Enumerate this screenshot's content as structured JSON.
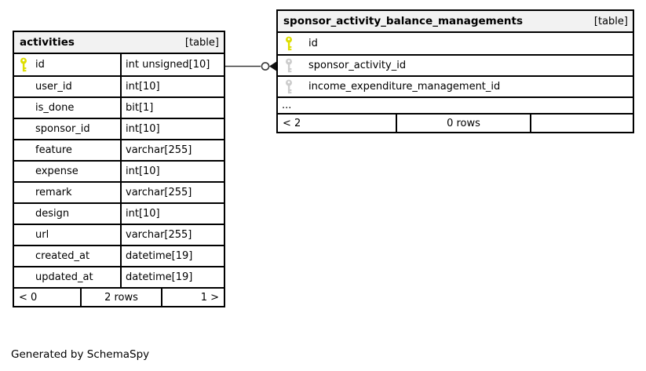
{
  "page": {
    "footer_note": "Generated by SchemaSpy"
  },
  "colors": {
    "primary_key": "#dede00",
    "foreign_key": "#cccccc",
    "header_bg": "#f2f2f2",
    "border": "#000000",
    "connector": "#3a3a3a"
  },
  "tables": [
    {
      "name": "activities",
      "tag": "[table]",
      "columns": [
        {
          "name": "id",
          "type": "int unsigned[10]",
          "key": "primary"
        },
        {
          "name": "user_id",
          "type": "int[10]",
          "key": "none"
        },
        {
          "name": "is_done",
          "type": "bit[1]",
          "key": "none"
        },
        {
          "name": "sponsor_id",
          "type": "int[10]",
          "key": "none"
        },
        {
          "name": "feature",
          "type": "varchar[255]",
          "key": "none"
        },
        {
          "name": "expense",
          "type": "int[10]",
          "key": "none"
        },
        {
          "name": "remark",
          "type": "varchar[255]",
          "key": "none"
        },
        {
          "name": "design",
          "type": "int[10]",
          "key": "none"
        },
        {
          "name": "url",
          "type": "varchar[255]",
          "key": "none"
        },
        {
          "name": "created_at",
          "type": "datetime[19]",
          "key": "none"
        },
        {
          "name": "updated_at",
          "type": "datetime[19]",
          "key": "none"
        }
      ],
      "pager": {
        "left": "< 0",
        "center": "2 rows",
        "right": "1 >"
      }
    },
    {
      "name": "sponsor_activity_balance_managements",
      "tag": "[table]",
      "columns": [
        {
          "name": "id",
          "key": "primary"
        },
        {
          "name": "sponsor_activity_id",
          "key": "foreign"
        },
        {
          "name": "income_expenditure_management_id",
          "key": "foreign"
        }
      ],
      "ellipsis": "...",
      "pager": {
        "left": "< 2",
        "center": "0 rows",
        "right": ""
      }
    }
  ]
}
